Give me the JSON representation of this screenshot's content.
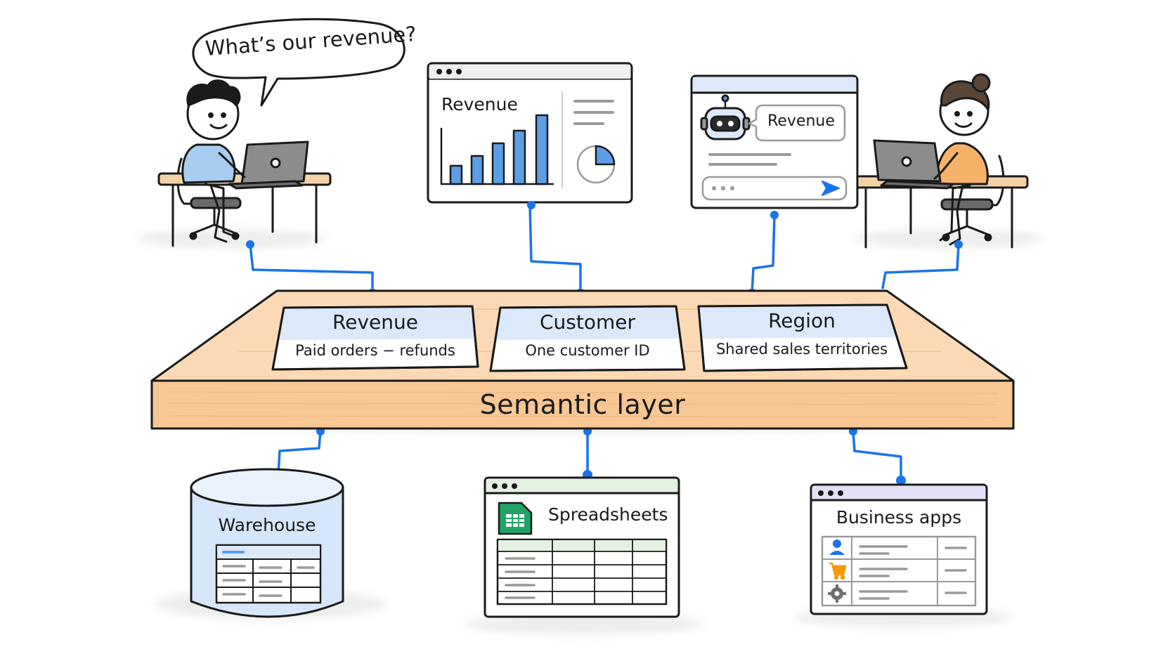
{
  "speech_bubble": {
    "text": "What’s our revenue?"
  },
  "dashboard": {
    "title": "Revenue"
  },
  "chat_app": {
    "message": "Revenue"
  },
  "semantic_layer": {
    "label": "Semantic layer",
    "cards": [
      {
        "title": "Revenue",
        "description": "Paid orders − refunds"
      },
      {
        "title": "Customer",
        "description": "One customer ID"
      },
      {
        "title": "Region",
        "description": "Shared sales territories"
      }
    ]
  },
  "sources": {
    "warehouse": "Warehouse",
    "spreadsheets": "Spreadsheets",
    "business_apps": "Business apps"
  },
  "colors": {
    "connector": "#1a73e8",
    "layer_fill": "#fbd9b4",
    "card_fill": "#ffffff",
    "card_header": "#dbe9fb",
    "sheet_header": "#e3f1e1",
    "apps_header": "#e3e1f7",
    "warehouse_fill": "#d6e6fb",
    "chart_bar": "#5c9ee6",
    "person_left_shirt": "#a9cdf0",
    "person_right_shirt": "#f7b26a",
    "desk_wood": "#f2d3a6"
  }
}
